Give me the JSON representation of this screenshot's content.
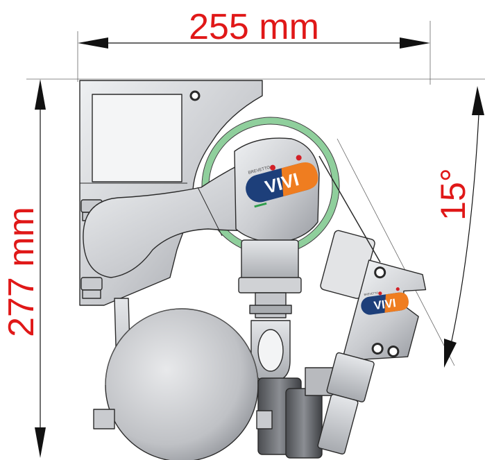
{
  "dimensions": {
    "width_label": "255 mm",
    "height_label": "277 mm",
    "angle_label": "15°"
  },
  "logos": {
    "brand_text": "VIVI",
    "small_text": "BREVETTO"
  },
  "colors": {
    "dimension_text": "#e01818",
    "dimension_lines": "#111111",
    "metal_light": "#d9dadd",
    "metal_mid": "#b5b7bc",
    "metal_dark": "#6f7278",
    "outline": "#2a2a2a",
    "ring_green": "#8fcf9c",
    "logo_blue": "#1d3f7a",
    "logo_orange": "#ef7d20",
    "logo_red": "#d22027",
    "logo_green": "#2e9e4a"
  },
  "icons": {
    "arrow": "arrowhead-icon"
  }
}
